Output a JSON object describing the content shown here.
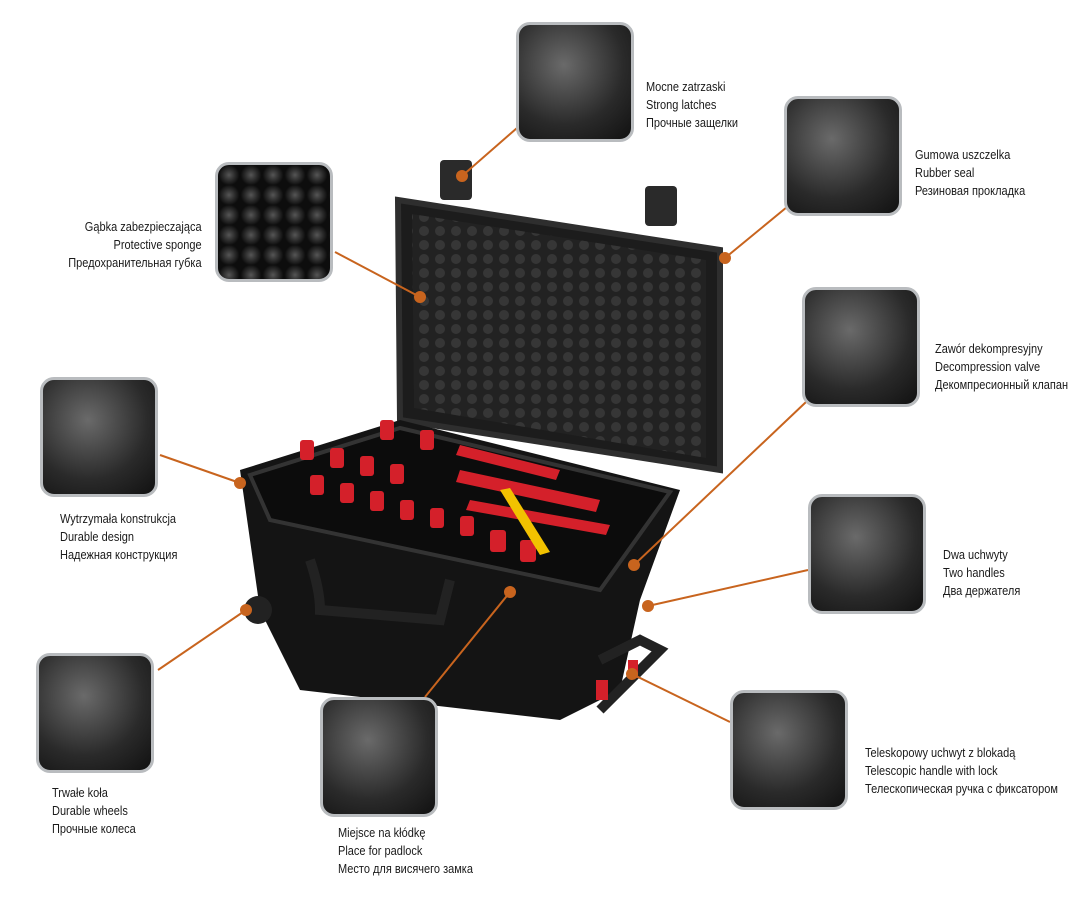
{
  "accent_color": "#c8641e",
  "callouts": {
    "latches": {
      "pl": "Mocne zatrzaski",
      "en": "Strong latches",
      "ru": "Прочные защелки"
    },
    "seal": {
      "pl": "Gumowa uszczelka",
      "en": "Rubber seal",
      "ru": "Резиновая прокладка"
    },
    "sponge": {
      "pl": "Gąbka zabezpieczająca",
      "en": "Protective sponge",
      "ru": "Предохранительная губка"
    },
    "valve": {
      "pl": "Zawór dekompresyjny",
      "en": "Decompression valve",
      "ru": "Декомпресионный клапан"
    },
    "design": {
      "pl": "Wytrzymała konstrukcja",
      "en": "Durable design",
      "ru": "Надежная конструкция"
    },
    "handles": {
      "pl": "Dwa uchwyty",
      "en": "Two handles",
      "ru": "Два держателя"
    },
    "wheels": {
      "pl": "Trwałe koła",
      "en": "Durable wheels",
      "ru": "Прочные колеса"
    },
    "padlock": {
      "pl": "Miejsce na kłódkę",
      "en": "Place for padlock",
      "ru": "Место для висячего замка"
    },
    "telescopic": {
      "pl": "Teleskopowy uchwyt z blokadą",
      "en": "Telescopic handle with lock",
      "ru": "Телескопическая ручка с фиксатором"
    }
  }
}
